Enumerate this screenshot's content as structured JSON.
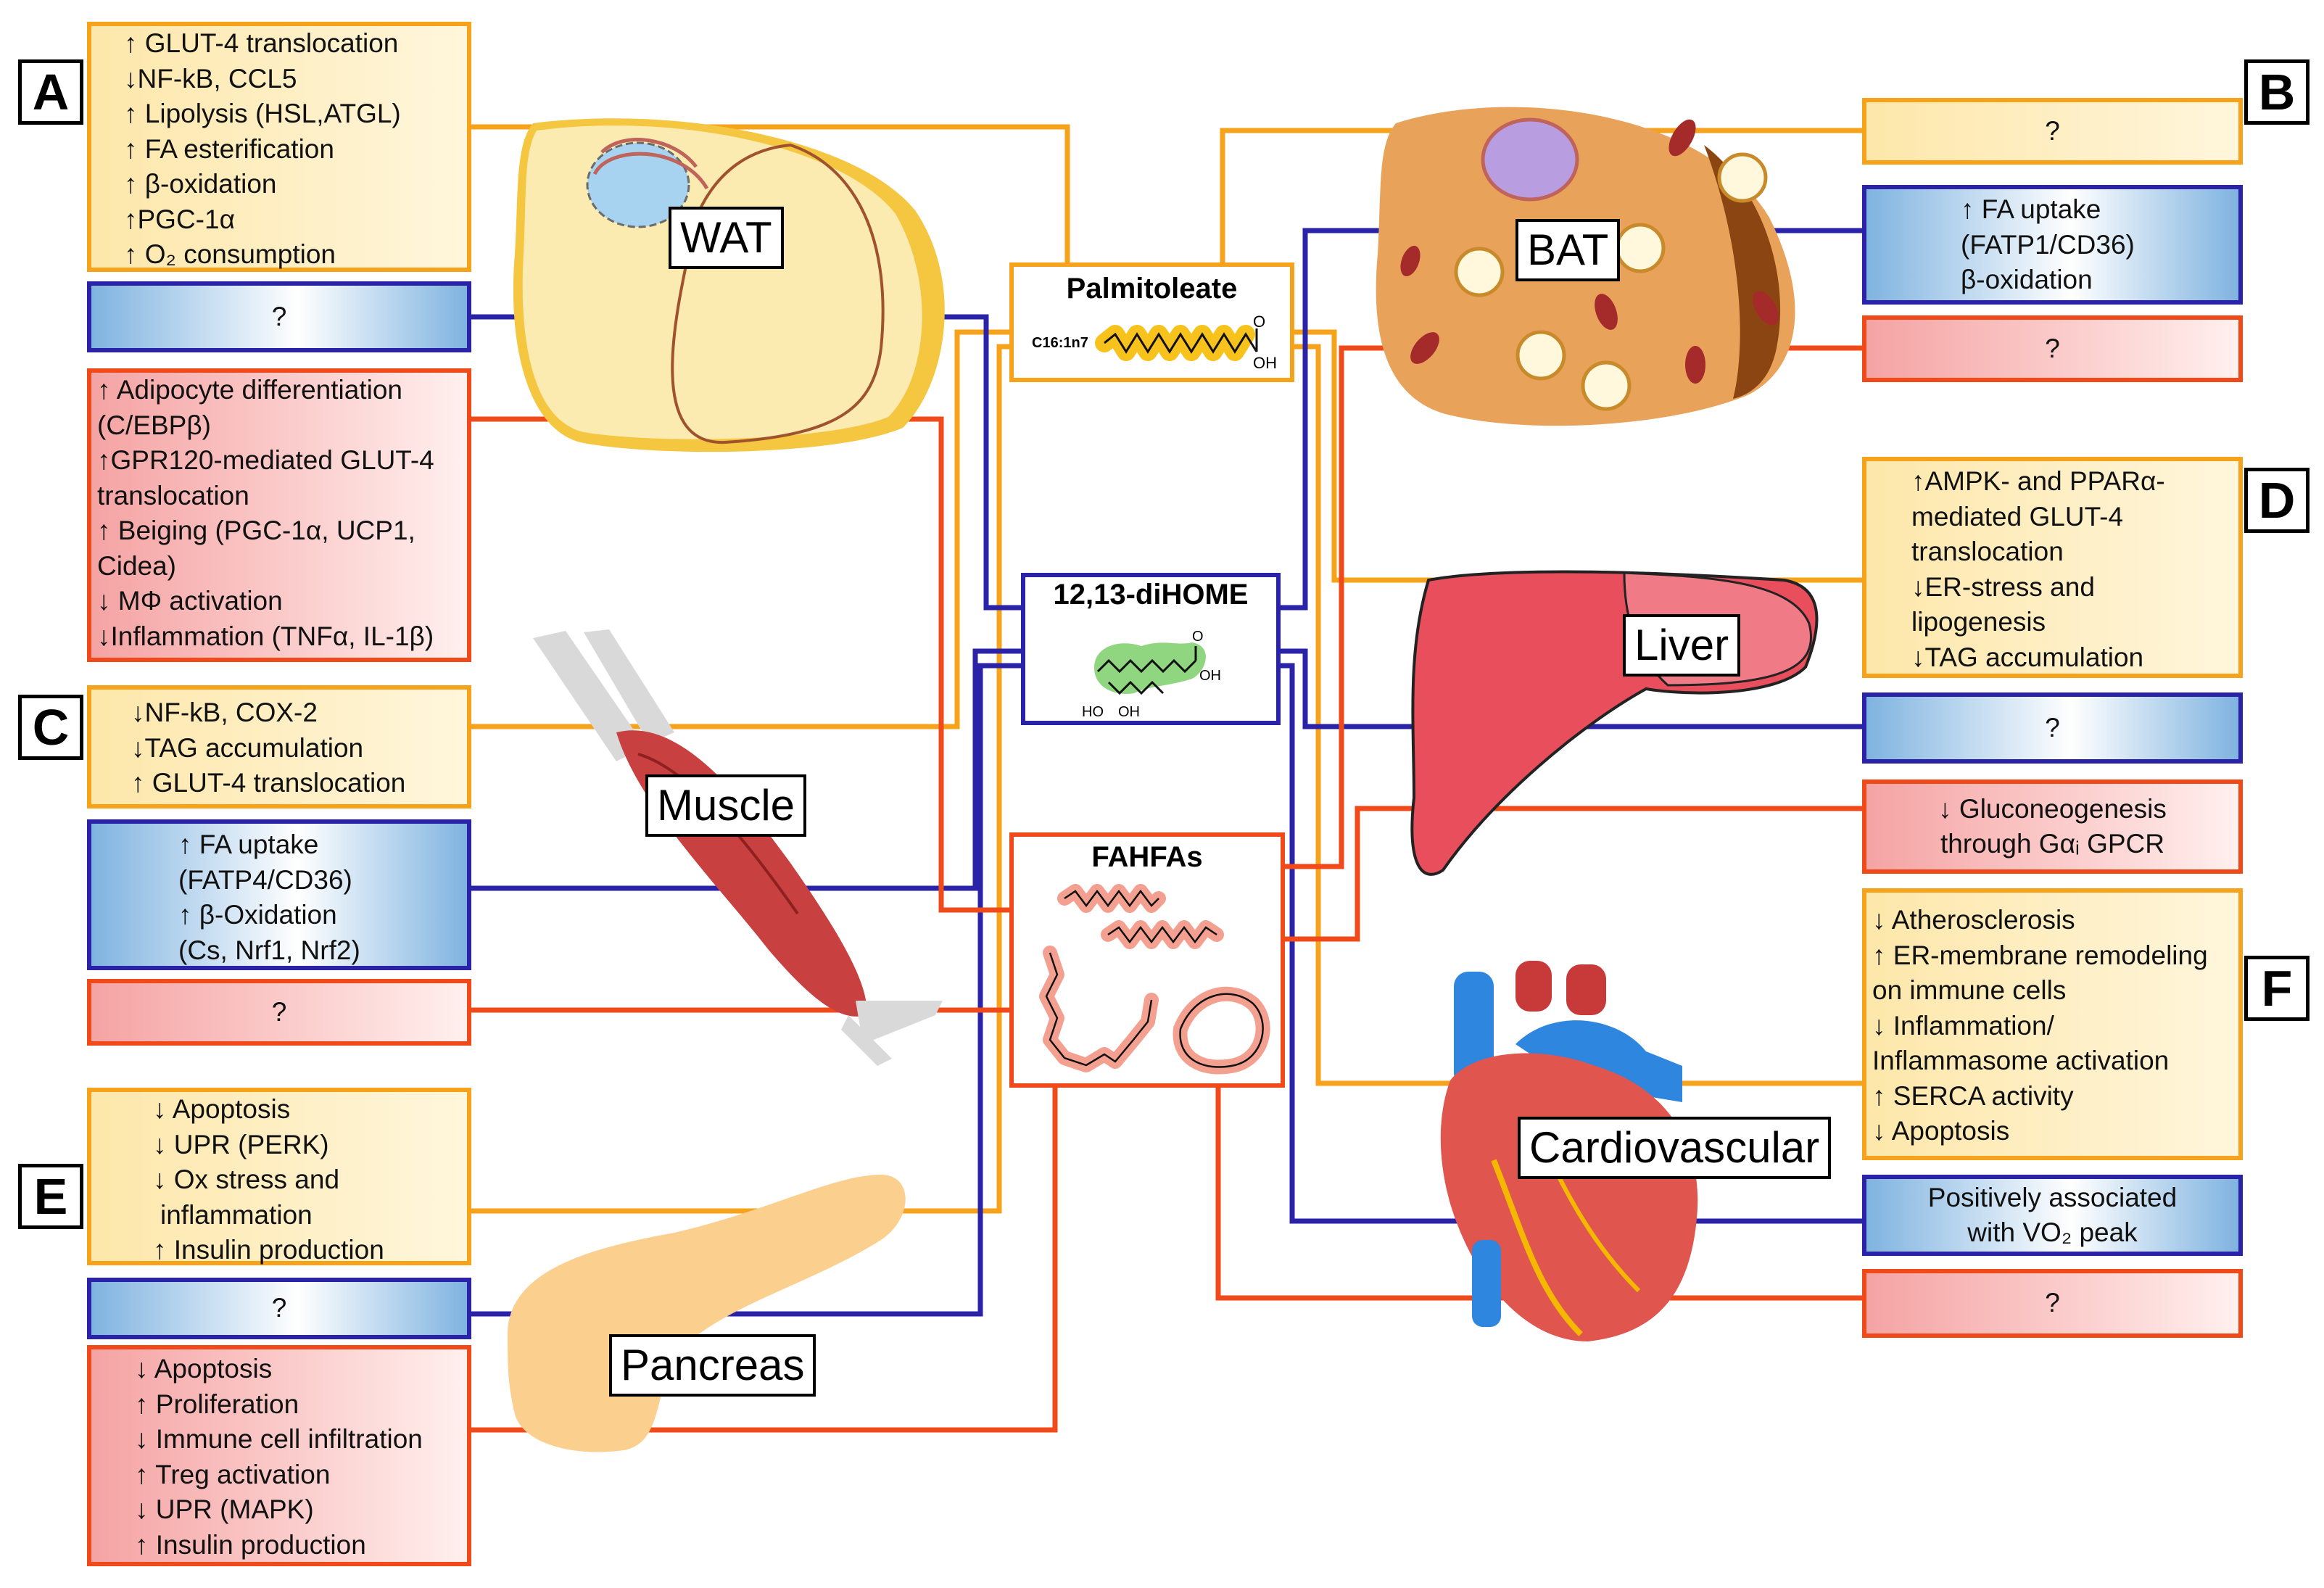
{
  "panels": {
    "A": {
      "letter": "A",
      "yellow": [
        "↑ GLUT-4 translocation",
        "↓NF-kB, CCL5",
        "↑ Lipolysis (HSL,ATGL)",
        "↑ FA esterification",
        "↑ β-oxidation",
        "↑PGC-1α",
        "↑ O₂ consumption"
      ],
      "blue": [
        "?"
      ],
      "red": [
        "↑ Adipocyte differentiation",
        "(C/EBPβ)",
        "↑GPR120-mediated GLUT-4",
        "translocation",
        "↑ Beiging (PGC-1α, UCP1,",
        "Cidea)",
        "↓ MΦ activation",
        "↓Inflammation (TNFα, IL-1β)"
      ]
    },
    "B": {
      "letter": "B",
      "yellow": [
        "?"
      ],
      "blue": [
        "↑ FA uptake",
        "(FATP1/CD36)",
        "β-oxidation"
      ],
      "red": [
        "?"
      ]
    },
    "C": {
      "letter": "C",
      "yellow": [
        "↓NF-kB, COX-2",
        "↓TAG accumulation",
        "↑ GLUT-4 translocation"
      ],
      "blue": [
        "↑ FA uptake",
        "(FATP4/CD36)",
        "↑ β-Oxidation",
        "(Cs, Nrf1, Nrf2)"
      ],
      "red": [
        "?"
      ]
    },
    "D": {
      "letter": "D",
      "yellow": [
        "↑AMPK- and PPARα-",
        "mediated GLUT-4",
        "translocation",
        "↓ER-stress and",
        "lipogenesis",
        "↓TAG accumulation"
      ],
      "blue": [
        "?"
      ],
      "red": [
        "↓ Gluconeogenesis",
        "through Gαᵢ GPCR"
      ]
    },
    "E": {
      "letter": "E",
      "yellow": [
        "↓ Apoptosis",
        "↓ UPR (PERK)",
        "↓ Ox stress and",
        "inflammation",
        "↑ Insulin production"
      ],
      "blue": [
        "?"
      ],
      "red": [
        "↓ Apoptosis",
        "↑ Proliferation",
        "↓ Immune cell infiltration",
        "↑ Treg activation",
        "↓ UPR (MAPK)",
        "↑ Insulin production"
      ]
    },
    "F": {
      "letter": "F",
      "yellow": [
        "↓ Atherosclerosis",
        "↑ ER-membrane remodeling",
        "on immune cells",
        "↓ Inflammation/",
        "Inflammasome activation",
        "↑ SERCA activity",
        "↓ Apoptosis"
      ],
      "blue": [
        "Positively associated",
        "with VO₂ peak"
      ],
      "red": [
        "?"
      ]
    }
  },
  "organs": {
    "wat": "WAT",
    "bat": "BAT",
    "muscle": "Muscle",
    "liver": "Liver",
    "cardio": "Cardiovascular",
    "pancreas": "Pancreas"
  },
  "molecules": {
    "palmitoleate": {
      "title": "Palmitoleate",
      "formula": "C16:1n7",
      "oh": "OH",
      "o": "O"
    },
    "dihome": {
      "title": "12,13-diHOME",
      "oh1": "OH",
      "ho": "HO",
      "oh2": "OH",
      "o": "O"
    },
    "fahfa": {
      "title": "FAHFAs"
    }
  },
  "colors": {
    "palmitoleate": "#f7a21b",
    "dihome": "#2a23a8",
    "fahfa": "#f04a1a"
  }
}
